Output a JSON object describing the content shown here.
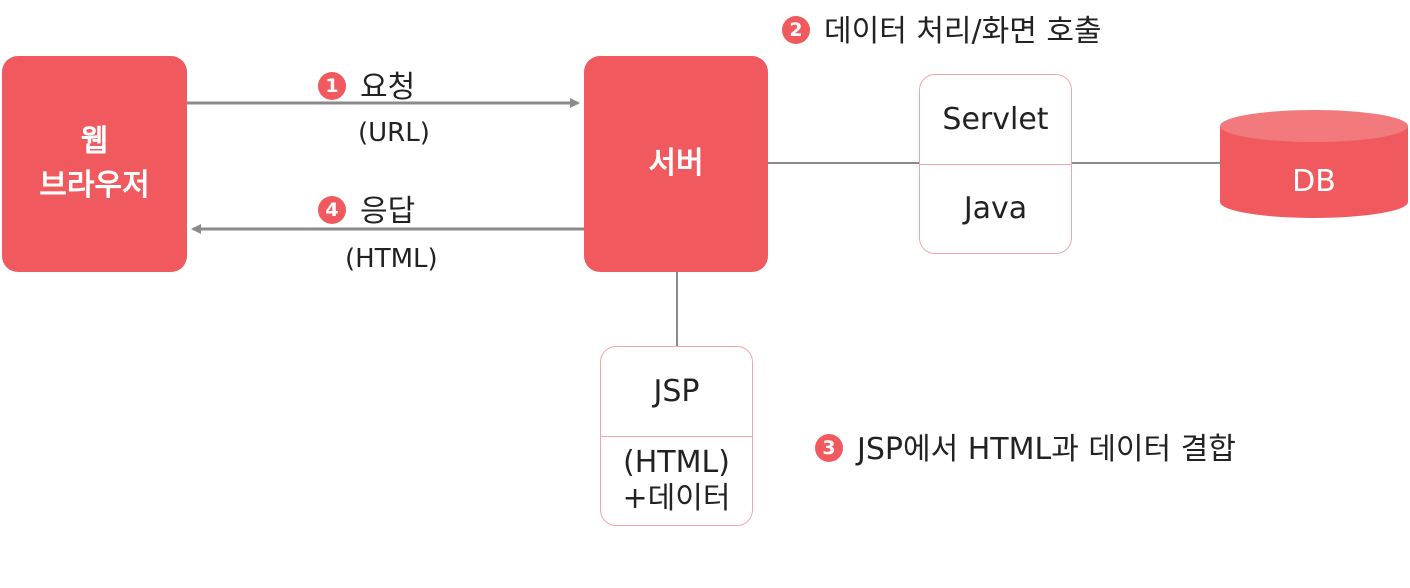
{
  "browser": {
    "line1": "웹",
    "line2": "브라우저"
  },
  "server": {
    "label": "서버"
  },
  "servlet_box": {
    "top": "Servlet",
    "bottom": "Java"
  },
  "jsp_box": {
    "top": "JSP",
    "bottom_line1": "(HTML)",
    "bottom_line2": "+데이터"
  },
  "db": {
    "label": "DB"
  },
  "steps": {
    "step1": {
      "num": "1",
      "label": "요청",
      "sub": "(URL)"
    },
    "step2": {
      "num": "2",
      "label": "데이터 처리/화면 호출"
    },
    "step3": {
      "num": "3",
      "label": "JSP에서 HTML과 데이터 결합"
    },
    "step4": {
      "num": "4",
      "label": "응답",
      "sub": "(HTML)"
    }
  },
  "colors": {
    "accent": "#f05a5e",
    "outline": "#f1a8aa",
    "connector": "#8a8a8a"
  }
}
